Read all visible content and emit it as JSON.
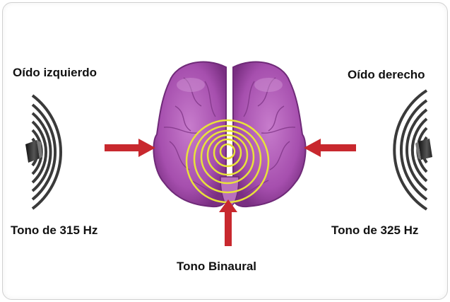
{
  "labels": {
    "left_ear": "Oído izquierdo",
    "right_ear": "Oído derecho",
    "left_tone": "Tono de 315 Hz",
    "right_tone": "Tono de 325 Hz",
    "binaural": "Tono Binaural"
  },
  "colors": {
    "arrow": "#c8282e",
    "brain": "#b25ab8",
    "rings": "#e8e23a",
    "waves": "#333333"
  }
}
